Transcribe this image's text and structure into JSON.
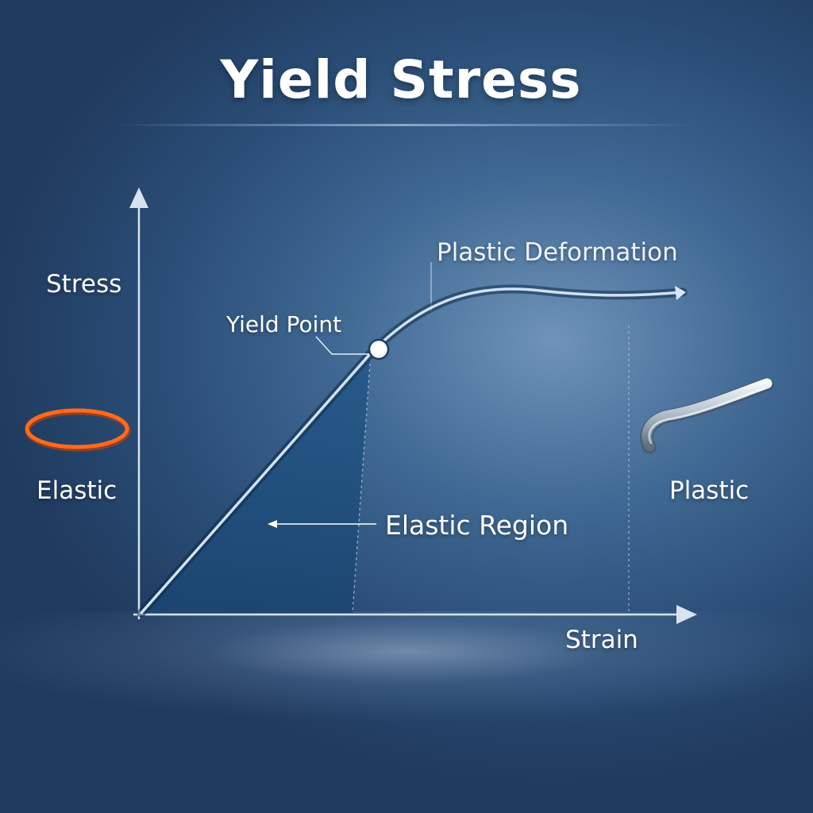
{
  "title": "Yield Stress",
  "axes": {
    "y_label": "Stress",
    "x_label": "Strain"
  },
  "annotations": {
    "yield_point": "Yield Point",
    "plastic_deformation": "Plastic Deformation",
    "elastic_region": "Elastic Region"
  },
  "illustrations": {
    "elastic_label": "Elastic",
    "plastic_label": "Plastic",
    "elastic_icon": "rubber-band-ring",
    "plastic_icon": "bent-metal-rod"
  },
  "colors": {
    "curve": "#cfe2f5",
    "elastic_fill": "#1e4d78",
    "rubber_band": "#ff6a1c",
    "yield_marker": "#ffffff"
  }
}
